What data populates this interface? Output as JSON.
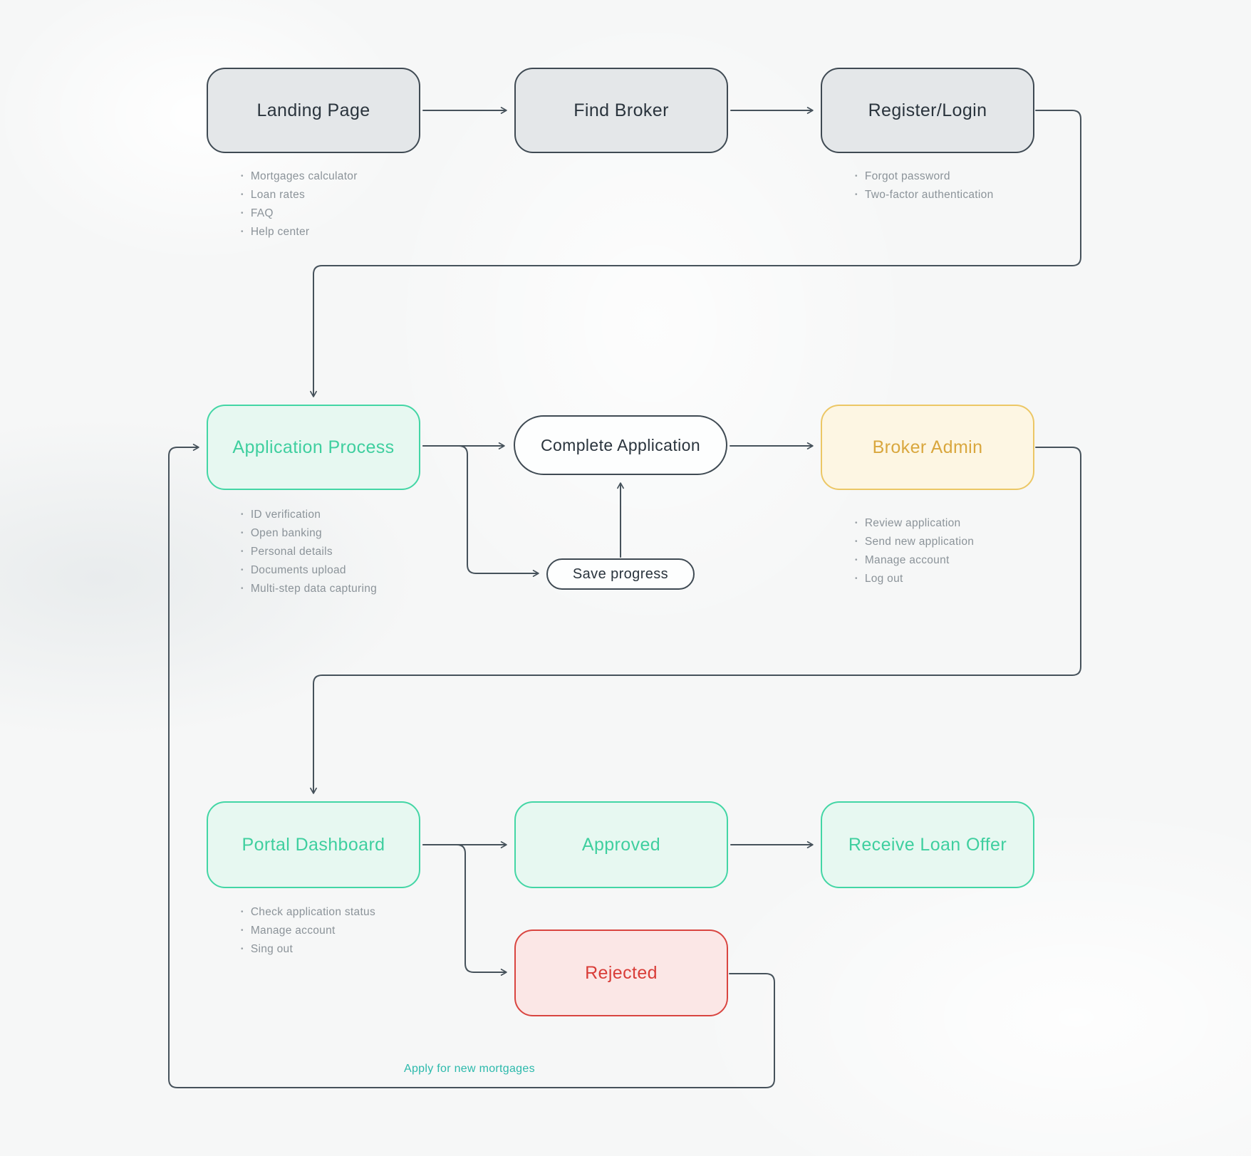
{
  "diagram": {
    "title_hint": "Mortgage platform user flow",
    "colors": {
      "background": "#f6f7f7",
      "line": "#46525b",
      "gray_fill": "#e4e7e9",
      "gray_border": "#3f4a53",
      "dark_text": "#2a343d",
      "teal_fill": "#e7f8f1",
      "teal_border": "#43d6a5",
      "teal_text": "#3fcf9f",
      "yellow_fill": "#fdf6e3",
      "yellow_border": "#ecc765",
      "yellow_text": "#d9a73e",
      "red_fill": "#fbe7e6",
      "red_border": "#d94540",
      "red_text": "#d93d38",
      "note_text": "#8b9399",
      "edge_label_text": "#2bb9ab"
    },
    "nodes": {
      "landing_page": {
        "label": "Landing Page",
        "shape": "box",
        "palette": "gray"
      },
      "find_broker": {
        "label": "Find Broker",
        "shape": "box",
        "palette": "gray"
      },
      "register_login": {
        "label": "Register/Login",
        "shape": "box",
        "palette": "gray"
      },
      "application_process": {
        "label": "Application Process",
        "shape": "box",
        "palette": "teal"
      },
      "complete_application": {
        "label": "Complete Application",
        "shape": "pill",
        "palette": "white"
      },
      "broker_admin": {
        "label": "Broker Admin",
        "shape": "box",
        "palette": "yellow"
      },
      "save_progress": {
        "label": "Save progress",
        "shape": "pill",
        "palette": "white"
      },
      "portal_dashboard": {
        "label": "Portal Dashboard",
        "shape": "box",
        "palette": "teal"
      },
      "approved": {
        "label": "Approved",
        "shape": "box",
        "palette": "teal"
      },
      "receive_loan_offer": {
        "label": "Receive Loan Offer",
        "shape": "box",
        "palette": "teal"
      },
      "rejected": {
        "label": "Rejected",
        "shape": "box",
        "palette": "red"
      }
    },
    "notes": {
      "landing_page": [
        "Mortgages calculator",
        "Loan rates",
        "FAQ",
        "Help center"
      ],
      "register_login": [
        "Forgot password",
        "Two-factor authentication"
      ],
      "application_process": [
        "ID verification",
        "Open banking",
        "Personal details",
        "Documents upload",
        "Multi-step data capturing"
      ],
      "broker_admin": [
        "Review application",
        "Send new application",
        "Manage account",
        "Log out"
      ],
      "portal_dashboard": [
        "Check application status",
        "Manage account",
        "Sing out"
      ]
    },
    "edge_label": "Apply for new mortgages"
  }
}
